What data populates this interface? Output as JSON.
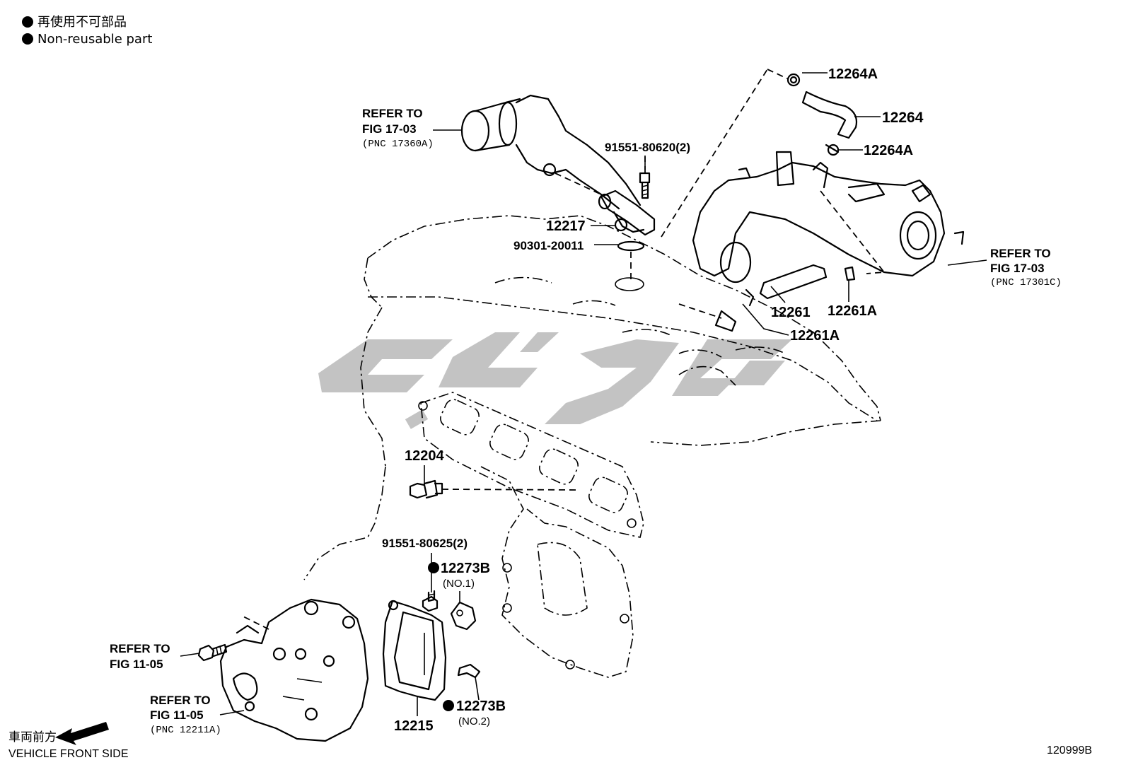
{
  "legend": {
    "line1": "再使用不可部品",
    "line2": "Non-reusable part",
    "bullet_color": "#000000"
  },
  "callouts": {
    "refer_top_left": [
      "REFER TO",
      "FIG 17-03",
      "(PNC 17360A)"
    ],
    "refer_right": [
      "REFER TO",
      "FIG 17-03",
      "(PNC 17301C)"
    ],
    "refer_bottom_1": [
      "REFER TO",
      "FIG 11-05"
    ],
    "refer_bottom_2": [
      "REFER TO",
      "FIG 11-05",
      "(PNC 12211A)"
    ]
  },
  "parts": {
    "p12264A_top": "12264A",
    "p12264": "12264",
    "p12264A_mid": "12264A",
    "p91551_80620": "91551-80620(2)",
    "p12217": "12217",
    "p90301_20011": "90301-20011",
    "p12261": "12261",
    "p12261A_right": "12261A",
    "p12261A_low": "12261A",
    "p12204": "12204",
    "p91551_80625": "91551-80625(2)",
    "p12273B_1": "12273B",
    "p12273B_1_sub": "(NO.1)",
    "p12273B_2": "12273B",
    "p12273B_2_sub": "(NO.2)",
    "p12215": "12215"
  },
  "footer": {
    "front_jp": "車両前方",
    "front_en": "VEHICLE FRONT SIDE",
    "figure_code": "120999B"
  },
  "icons": {
    "bullet": "filled-circle-icon",
    "arrow": "arrow-left-icon"
  }
}
